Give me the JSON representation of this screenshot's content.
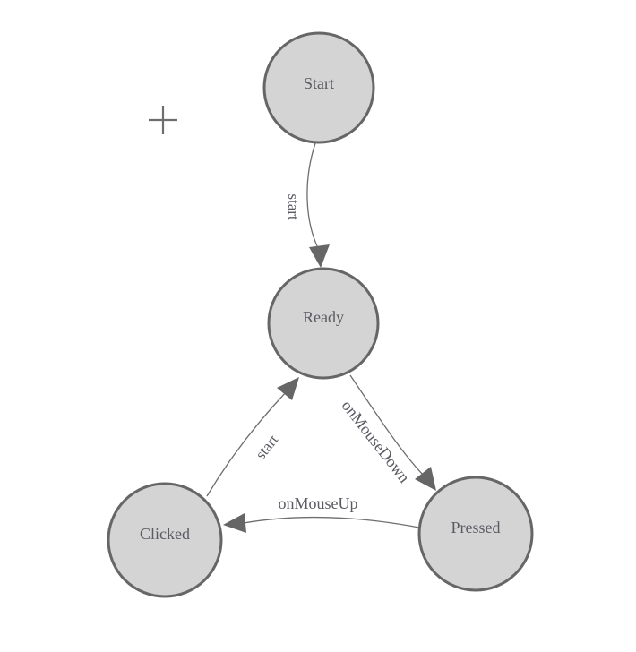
{
  "diagram": {
    "type": "state-machine",
    "colors": {
      "background": "#ffffff",
      "node_fill": "#d4d4d4",
      "node_stroke": "#666666",
      "edge_stroke": "#6e6e6e",
      "arrowhead_fill": "#666666",
      "label_text": "#5a5a62"
    },
    "icons": {
      "plus": "+"
    },
    "nodes": [
      {
        "id": "start",
        "label": "Start"
      },
      {
        "id": "ready",
        "label": "Ready"
      },
      {
        "id": "clicked",
        "label": "Clicked"
      },
      {
        "id": "pressed",
        "label": "Pressed"
      }
    ],
    "edges": [
      {
        "from": "Start",
        "to": "Ready",
        "label": "start"
      },
      {
        "from": "Ready",
        "to": "Pressed",
        "label": "onMouseDown"
      },
      {
        "from": "Pressed",
        "to": "Clicked",
        "label": "onMouseUp"
      },
      {
        "from": "Clicked",
        "to": "Ready",
        "label": "start"
      }
    ]
  }
}
